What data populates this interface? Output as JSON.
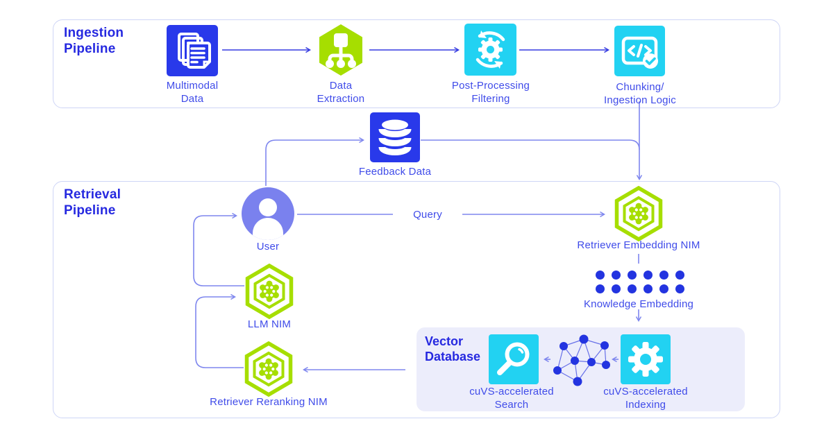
{
  "colors": {
    "accent_blue": "#2939ea",
    "title_blue": "#2629e0",
    "label_blue": "#3f4be9",
    "nvidia_lime": "#a6de00",
    "cyan": "#22d2f2",
    "periwinkle_connector": "#7e86ee",
    "node_blue": "#2334e0",
    "vector_db_bg": "#ecedfb",
    "panel_border": "#ced5f6"
  },
  "ingestion": {
    "title_lines": [
      "Ingestion",
      "Pipeline"
    ],
    "nodes": [
      {
        "icon": "documents-icon",
        "label1": "Multimodal",
        "label2": "Data"
      },
      {
        "icon": "sitemap-hexagon-icon",
        "label1": "Data",
        "label2": "Extraction"
      },
      {
        "icon": "gear-cycle-icon",
        "label1": "Post-Processing",
        "label2": "Filtering"
      },
      {
        "icon": "code-check-icon",
        "label1": "Chunking/",
        "label2": "Ingestion Logic"
      }
    ]
  },
  "feedback": {
    "icon": "database-icon",
    "label": "Feedback Data"
  },
  "retrieval": {
    "title_lines": [
      "Retrieval",
      "Pipeline"
    ],
    "user_label": "User",
    "query_label": "Query",
    "embedding_nim_label": "Retriever Embedding NIM",
    "knowledge_embedding": {
      "label": "Knowledge Embedding",
      "dots": {
        "rows": 2,
        "cols": 6
      }
    },
    "llm_nim_label": "LLM NIM",
    "reranking_nim_label": "Retriever Reranking NIM",
    "vector_db": {
      "title_lines": [
        "Vector",
        "Database"
      ],
      "search_label1": "cuVS-accelerated",
      "search_label2": "Search",
      "indexing_label1": "cuVS-accelerated",
      "indexing_label2": "Indexing"
    }
  }
}
